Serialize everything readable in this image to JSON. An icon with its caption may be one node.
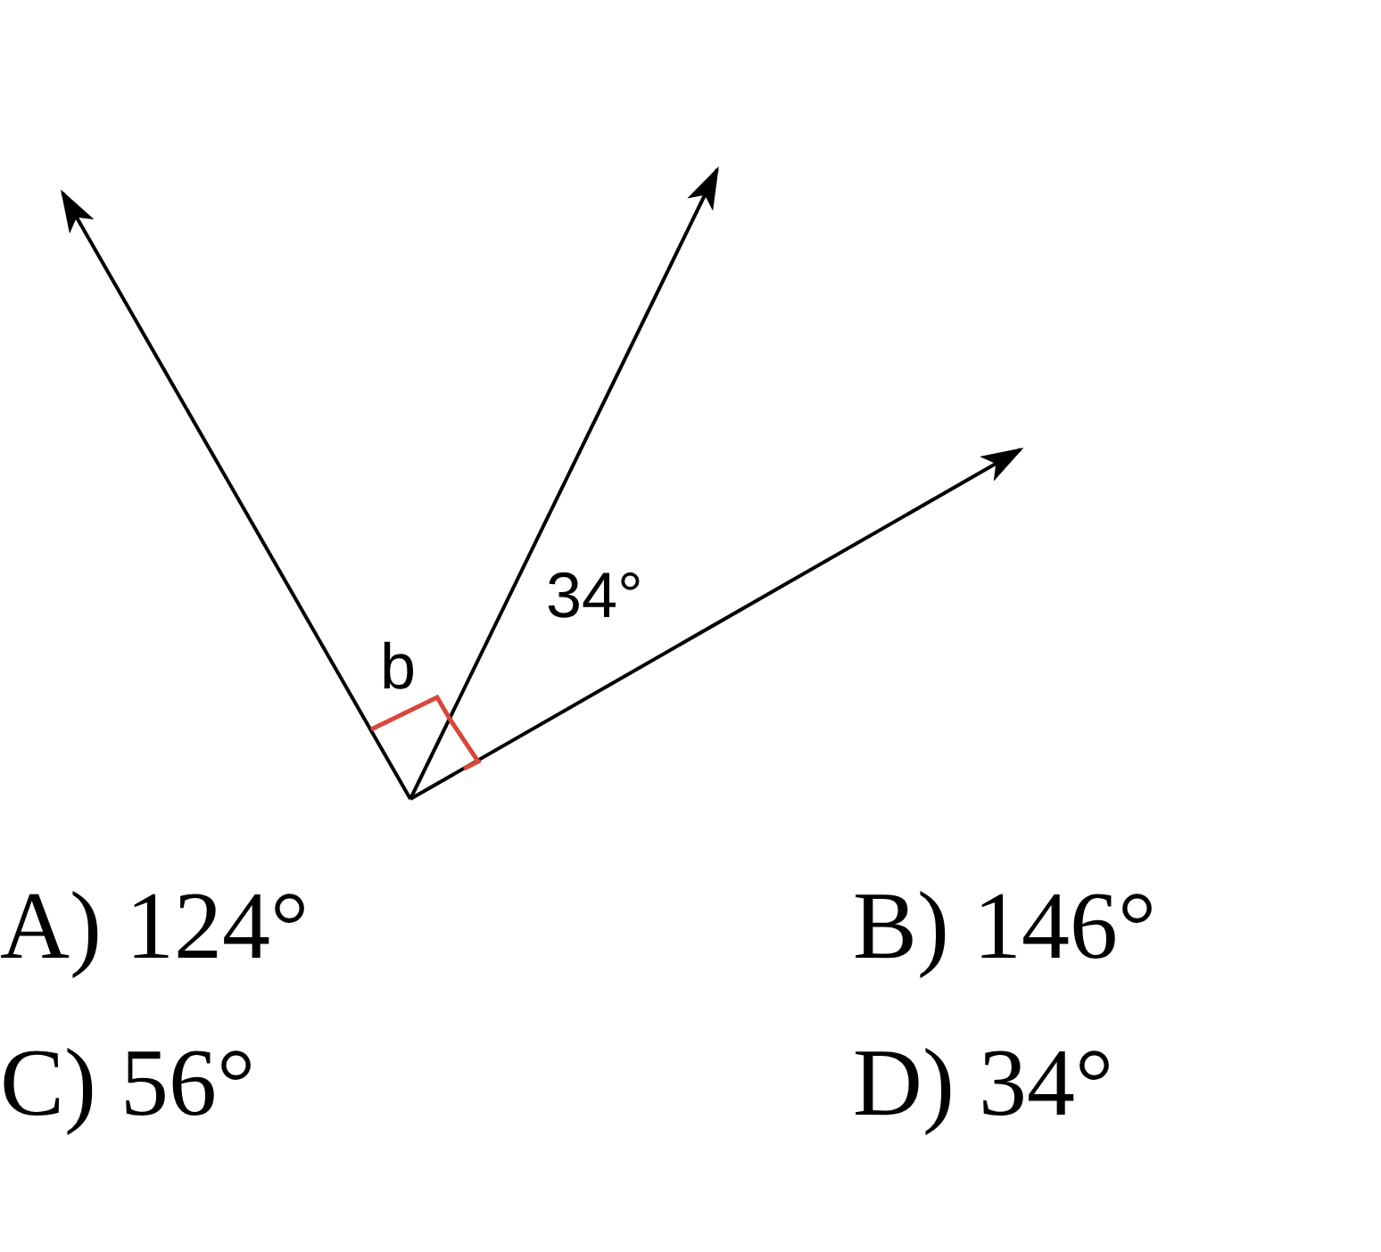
{
  "diagram": {
    "labels": [
      "b",
      "34°",
      "A) 124°",
      "B) 146°",
      "C) 56°",
      "D) 34°"
    ]
  }
}
